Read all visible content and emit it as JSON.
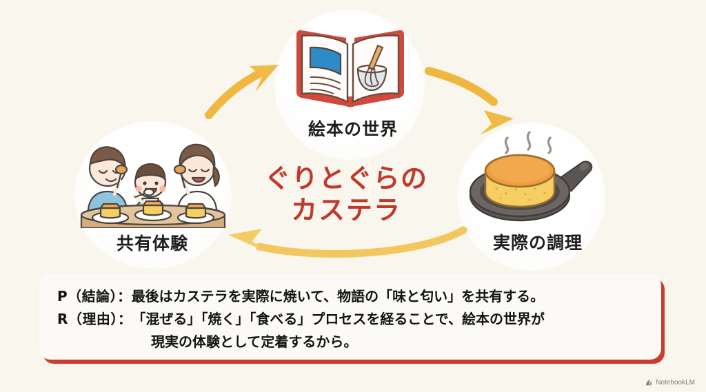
{
  "background_color": "#f8f6ed",
  "accent_colors": {
    "title_red": "#c0392b",
    "arrow_amber": "#f0b841",
    "box_shadow_red": "#cf3a2f",
    "box_fill": "#fbfaf6",
    "book_cover_red": "#cf4a3c",
    "book_picture_blue": "#2e8bc9",
    "cake_yellow": "#f5cf64",
    "cake_top_orange": "#ef9c3d",
    "skillet_gray": "#5a5553"
  },
  "center_title": {
    "line1": "ぐりとぐらの",
    "line2": "カステラ"
  },
  "nodes": [
    {
      "id": "book",
      "label": "絵本の世界",
      "icon": "open-picture-book-icon"
    },
    {
      "id": "cooking",
      "label": "実際の調理",
      "icon": "skillet-castella-icon"
    },
    {
      "id": "sharing",
      "label": "共有体験",
      "icon": "family-eating-cake-icon"
    }
  ],
  "arrows": [
    {
      "id": "family-to-book",
      "direction": "up-right",
      "color": "#f0b841"
    },
    {
      "id": "book-to-cooking",
      "direction": "down-right",
      "color": "#edb942"
    },
    {
      "id": "cooking-to-family",
      "direction": "left",
      "color": "#f3c75f"
    }
  ],
  "statement": {
    "line1_key": "P（結論）：",
    "line1_text": "最後はカステラを実際に焼いて、物語の「味と匂い」を共有する。",
    "line2_key": "R（理由）：",
    "line2_text": "「混ぜる」「焼く」「食べる」プロセスを経ることで、絵本の世界が",
    "line2_cont": "現実の体験として定着するから。"
  },
  "watermark": {
    "label": "NotebookLM",
    "icon": "notebooklm-logo-icon"
  }
}
